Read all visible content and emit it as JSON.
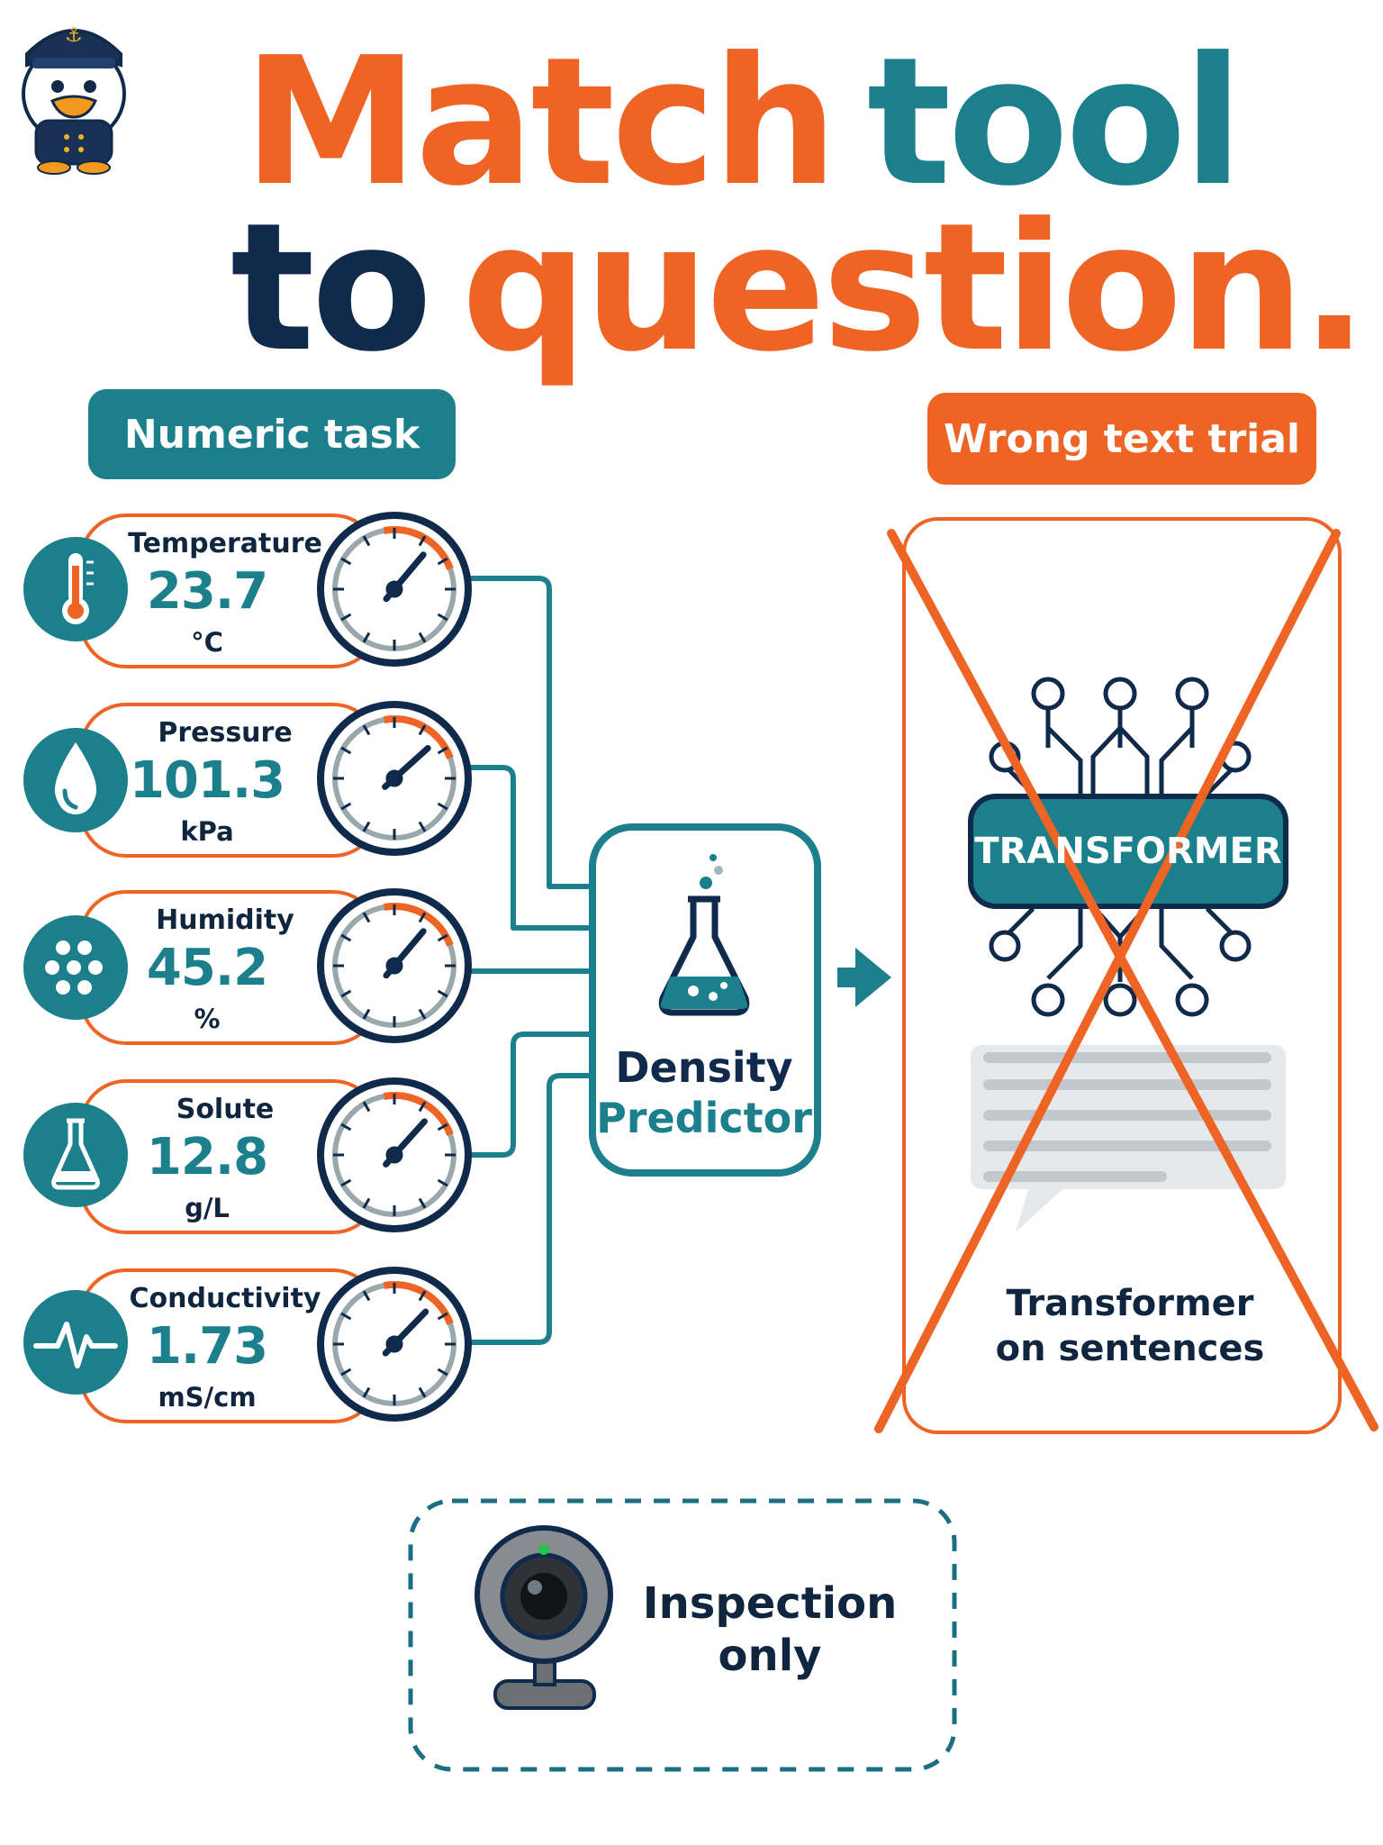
{
  "title": {
    "line1_word1": "Match",
    "line1_word2": "tool",
    "line2_word1": "to",
    "line2_word2": "question."
  },
  "left_section": {
    "label": "Numeric task",
    "sensors": [
      {
        "label": "Temperature",
        "value": "23.7",
        "unit": "°C",
        "icon": "thermometer-icon"
      },
      {
        "label": "Pressure",
        "value": "101.3",
        "unit": "kPa",
        "icon": "water-drop-icon"
      },
      {
        "label": "Humidity",
        "value": "45.2",
        "unit": "%",
        "icon": "droplets-cluster-icon"
      },
      {
        "label": "Solute",
        "value": "12.8",
        "unit": "g/L",
        "icon": "flask-icon"
      },
      {
        "label": "Conductivity",
        "value": "1.73",
        "unit": "mS/cm",
        "icon": "pulse-wave-icon"
      }
    ]
  },
  "predictor": {
    "line1": "Density",
    "line2": "Predictor",
    "icon": "erlenmeyer-flask-icon"
  },
  "right_section": {
    "label": "Wrong text trial",
    "transformer_label": "TRANSFORMER",
    "caption_line1": "Transformer",
    "caption_line2": "on sentences",
    "icon": "neural-network-chip-icon"
  },
  "bottom": {
    "line1": "Inspection",
    "line2": "only",
    "icon": "webcam-icon"
  },
  "colors": {
    "orange": "#EE6424",
    "teal": "#1B7F8C",
    "navy": "#0F2A4A",
    "light_gray": "#E6E9EC"
  }
}
